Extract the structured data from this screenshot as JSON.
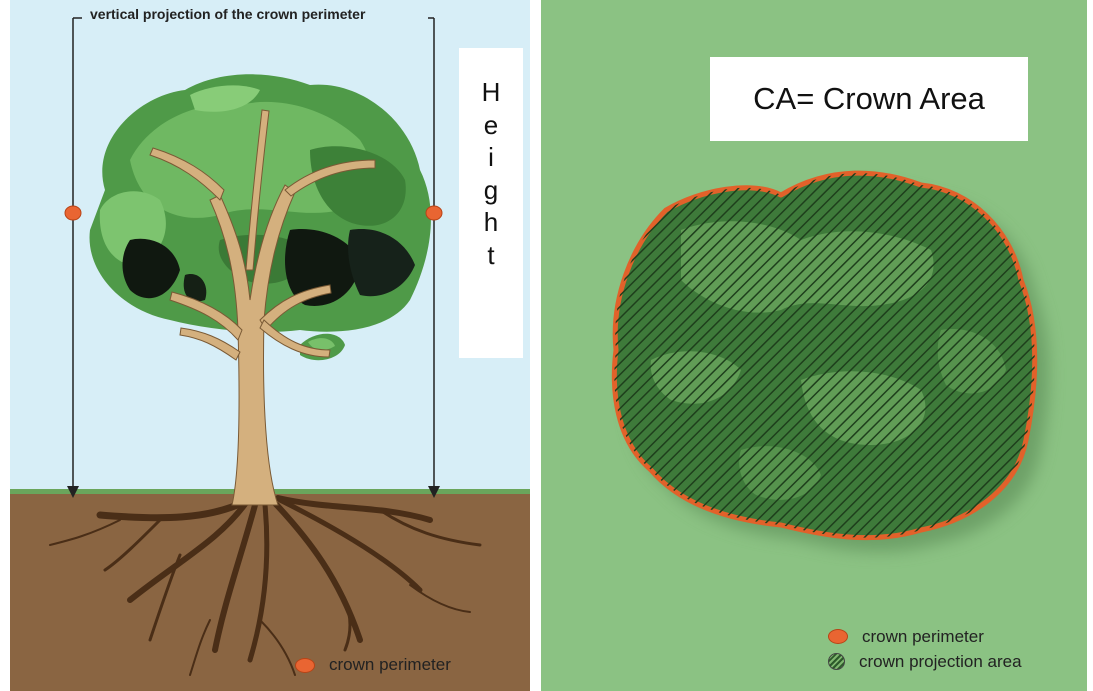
{
  "left_panel": {
    "projection_label": "vertical projection of the crown perimeter",
    "height_letters": [
      "H",
      "e",
      "i",
      "g",
      "h",
      "t"
    ],
    "legend_label": "crown perimeter"
  },
  "right_panel": {
    "crown_area_label": "CA= Crown Area",
    "legend": [
      {
        "label": "crown perimeter",
        "symbol": "orange-dot-icon"
      },
      {
        "label": "crown projection area",
        "symbol": "hatched-dot-icon"
      }
    ]
  },
  "colors": {
    "sky": "#d7eef7",
    "soil": "#8a6542",
    "grass_panel": "#8bc283",
    "perimeter": "#e96532",
    "foliage": "#4f9a48",
    "trunk": "#d4b07e"
  }
}
